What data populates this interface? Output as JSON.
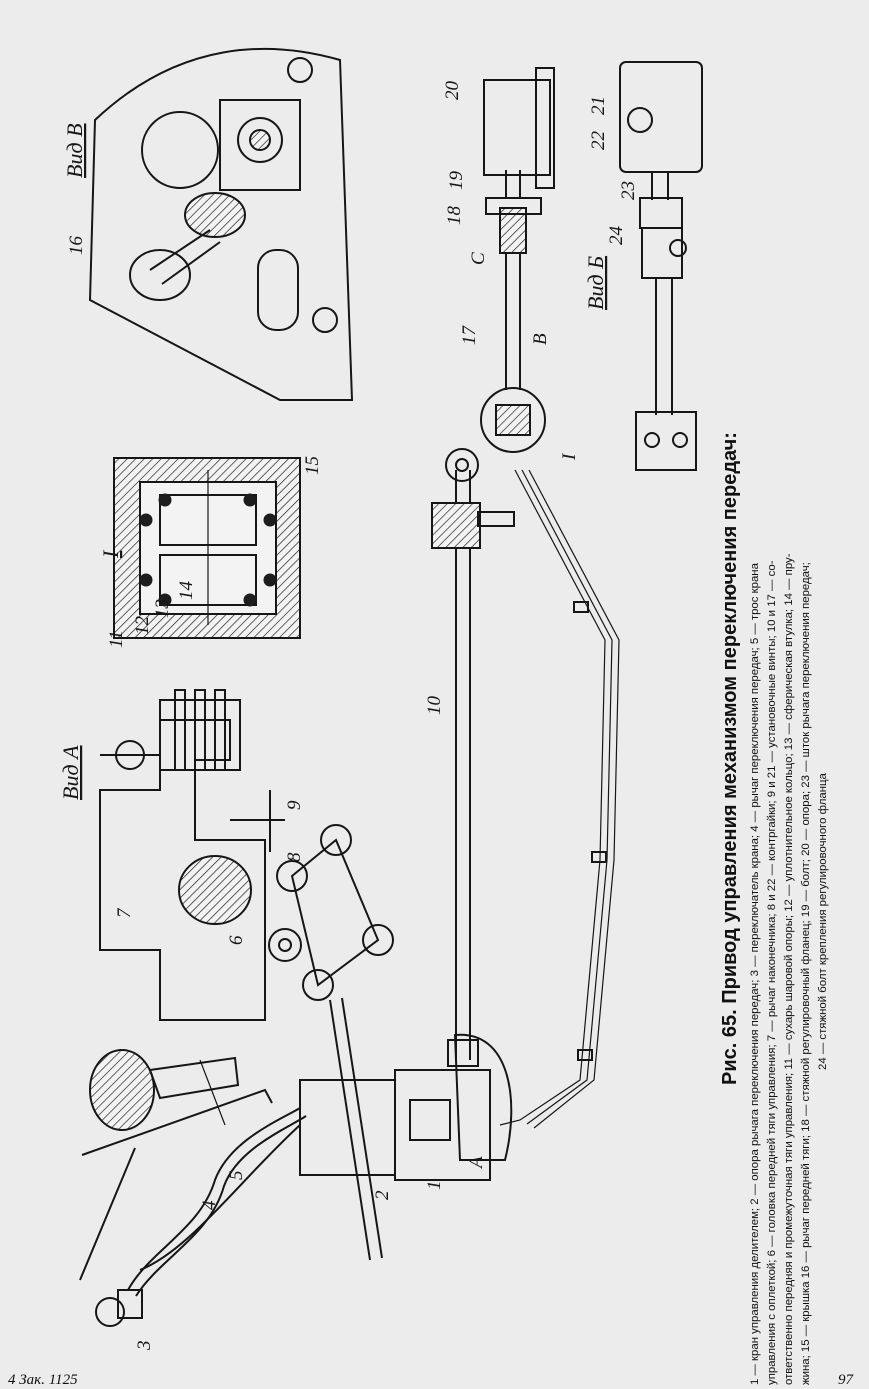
{
  "figure": {
    "title": "Рис. 65. Привод управления механизмом переключения передач:",
    "caption_lines": [
      "1 — кран управления делителем; 2 — опора рычага переключения передач; 3 — переключатель крана; 4 — рычаг переключения передач; 5 — трос крана",
      "управления с оплеткой; 6 — головка передней тяги управления; 7 — рычаг наконечника; 8 и 22 — контргайки; 9 и 21 — установочные винты; 10 и 17 — со-",
      "ответственно передняя и промежуточная тяги управления; 11 — сухарь шаровой опоры; 12 — уплотнительное кольцо; 13 — сферическая втулка; 14 — пру-",
      "жина; 15 — крышка 16 — рычаг передней тяги; 18 — стяжной регулировочный фланец; 19 — болт; 20 — опора; 23 — шток рычага переключения передач;",
      "24 — стяжной болт крепления регулировочного фланца"
    ]
  },
  "views": {
    "a": "Вид А",
    "b": "Вид Б",
    "v": "Вид В",
    "section": "I"
  },
  "arrows": {
    "a": "А",
    "b": "В",
    "c": "С"
  },
  "callouts": {
    "c1": "1",
    "c1b": "1",
    "c1c": "I",
    "c2": "2",
    "c3": "3",
    "c4": "4",
    "c5": "5",
    "c6": "6",
    "c7": "7",
    "c8": "8",
    "c9": "9",
    "c10": "10",
    "c11": "11",
    "c12": "12",
    "c13": "13",
    "c14": "14",
    "c15": "15",
    "c16": "16",
    "c17": "17",
    "c18": "18",
    "c19": "19",
    "c20": "20",
    "c21": "21",
    "c22": "22",
    "c23": "23",
    "c24": "24"
  },
  "page": {
    "left_corner": "4 Зак. 1125",
    "right_corner": "97"
  }
}
